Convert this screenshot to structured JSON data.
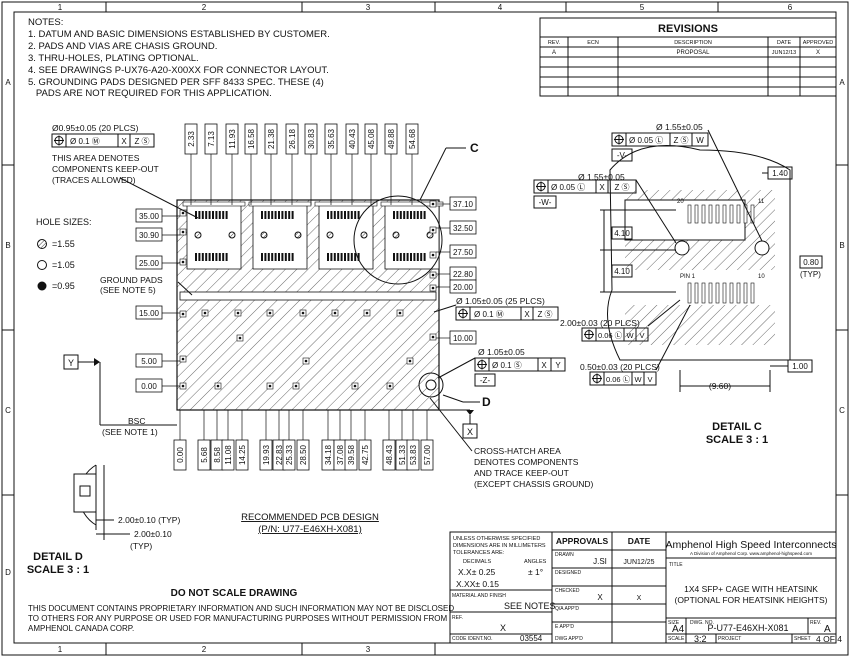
{
  "border": {
    "columns": [
      "1",
      "2",
      "3",
      "4",
      "5",
      "6"
    ],
    "rows": [
      "A",
      "B",
      "C",
      "D"
    ]
  },
  "notes": {
    "heading": "NOTES:",
    "lines": [
      "1. DATUM AND BASIC DIMENSIONS ESTABLISHED BY CUSTOMER.",
      "2. PADS AND VIAS ARE CHASIS GROUND.",
      "3. THRU-HOLES, PLATING OPTIONAL.",
      "4. SEE DRAWINGS P-UX76-A20-X00XX FOR CONNECTOR LAYOUT.",
      "5. GROUNDING PADS DESIGNED PER SFF 8433 SPEC. THESE (4)",
      "   PADS ARE NOT REQUIRED FOR THIS APPLICATION."
    ]
  },
  "revisions": {
    "title": "REVISIONS",
    "headers": [
      "REV.",
      "ECN",
      "DESCRIPTION",
      "DATE",
      "APPROVED"
    ],
    "rows": [
      [
        "A",
        "",
        "PROPOSAL",
        "JUN12/13",
        "X"
      ]
    ]
  },
  "main_view": {
    "top_dims": [
      "2.33",
      "7.13",
      "11.93",
      "16.58",
      "21.38",
      "26.18",
      "30.83",
      "35.63",
      "40.43",
      "45.08",
      "49.88",
      "54.68"
    ],
    "bottom_dims": [
      "0.00",
      "5.68",
      "8.58",
      "11.08",
      "14.25",
      "19.93",
      "22.83",
      "25.33",
      "28.50",
      "34.18",
      "37.08",
      "39.58",
      "42.75",
      "48.43",
      "51.33",
      "53.83",
      "57.00"
    ],
    "left_dims": [
      "35.00",
      "30.90",
      "25.00",
      "15.00",
      "5.00",
      "0.00"
    ],
    "right_dims": [
      "37.10",
      "32.50",
      "27.50",
      "22.80",
      "20.00",
      "10.00"
    ],
    "hole_spec_top": "Ø0.95±0.05 (20 PLCS)",
    "fcf_top": [
      "Ø 0.1 Ⓜ",
      "X",
      "Z Ⓢ"
    ],
    "keepout_note": [
      "THIS AREA DENOTES",
      "COMPONENTS KEEP-OUT",
      "(TRACES ALLOWED)"
    ],
    "hole_sizes_title": "HOLE SIZES:",
    "hole_sizes": [
      "=1.55",
      "=1.05",
      "=0.95"
    ],
    "ground_pads": [
      "GROUND PADS",
      "(SEE NOTE 5)"
    ],
    "datum_y": "Y",
    "datum_x": "X",
    "bsc": [
      "BSC",
      "(SEE NOTE 1)"
    ],
    "callout_c": "C",
    "callout_d": "D",
    "hole_105_spec": "Ø 1.05±0.05 (25 PLCS)",
    "fcf_105": [
      "Ø 0.1 Ⓜ",
      "X",
      "Z Ⓢ"
    ],
    "hole_z_spec": "Ø 1.05±0.05",
    "fcf_z": [
      "Ø 0.1 Ⓢ",
      "X",
      "Y"
    ],
    "datum_z": "-Z-",
    "crosshatch_note": [
      "CROSS-HATCH AREA",
      "DENOTES COMPONENTS",
      "AND TRACE KEEP-OUT",
      "(EXCEPT CHASSIS GROUND)"
    ],
    "title": "RECOMMENDED PCB DESIGN",
    "pn": "(P/N: U77-E46XH-X081)"
  },
  "detail_c": {
    "spec_155_a": "Ø 1.55±0.05",
    "fcf_a": [
      "Ø 0.05 Ⓛ",
      "Z Ⓢ",
      "W"
    ],
    "datum_v": "-V-",
    "spec_155_b": "Ø 1.55±0.05",
    "fcf_b": [
      "Ø 0.05 Ⓛ",
      "X",
      "Z Ⓢ"
    ],
    "datum_w": "-W-",
    "dims": [
      "1.40",
      "4.10",
      "4.10",
      "0.80",
      "(TYP)",
      "1.00",
      "(9.60)"
    ],
    "pin_labels": [
      "20",
      "11",
      "PIN 1",
      "10"
    ],
    "spec_200": "2.00±0.03 (20 PLCS)",
    "fcf_200": [
      "0.06 Ⓛ",
      "W",
      "V"
    ],
    "spec_050": "0.50±0.03 (20 PLCS)",
    "fcf_050": [
      "0.06 Ⓛ",
      "W",
      "V"
    ],
    "label": "DETAIL C",
    "scale": "SCALE 3 : 1"
  },
  "detail_d": {
    "dim_a": "2.00±0.10 (TYP)",
    "dim_b": "2.00±0.10",
    "dim_b2": "(TYP)",
    "label": "DETAIL D",
    "scale": "SCALE 3 : 1"
  },
  "footer": {
    "do_not_scale": "DO NOT SCALE DRAWING",
    "proprietary": [
      "THIS DOCUMENT CONTAINS PROPRIETARY INFORMATION AND SUCH INFORMATION MAY NOT BE DISCLOSED",
      "TO OTHERS FOR ANY PURPOSE OR USED FOR MANUFACTURING PURPOSES WITHOUT PERMISSION FROM",
      "AMPHENOL CANADA CORP."
    ]
  },
  "title_block": {
    "tolerance": [
      "UNLESS OTHERWISE SPECIFIED",
      "DIMENSIONS ARE IN MILLIMETERS",
      "TOLERANCES ARE:"
    ],
    "decimals_label": "DECIMALS",
    "angles_label": "ANGLES",
    "tol_xx": "X.X± 0.25",
    "tol_xxx": "X.XX± 0.15",
    "tol_ang": "± 1°",
    "material_label": "MATERIAL AND FINISH",
    "material_value": "SEE NOTES",
    "ref_label": "REF.",
    "ref_value": "X",
    "code_ident_label": "CODE IDENT.NO.",
    "code_ident_value": "03554",
    "approvals": "APPROVALS",
    "date": "DATE",
    "rows": [
      {
        "label": "DRAWN",
        "value": "J.SI",
        "date": "JUN12/25"
      },
      {
        "label": "DESIGNED",
        "value": "",
        "date": ""
      },
      {
        "label": "CHECKED",
        "value": "X",
        "date": "X"
      },
      {
        "label": "Q/A APP'D",
        "value": "",
        "date": ""
      },
      {
        "label": "E APP'D",
        "value": "",
        "date": ""
      },
      {
        "label": "DWG APP'D",
        "value": "",
        "date": ""
      }
    ],
    "company": "Amphenol High Speed Interconnects",
    "company_sub": "A Division of Amphenol Corp. www.amphenol-highspeed.com",
    "title_label": "TITLE",
    "title_lines": [
      "1X4 SFP+ CAGE WITH HEATSINK",
      "(OPTIONAL FOR HEATSINK HEIGHTS)"
    ],
    "size_label": "SIZE",
    "size_value": "A4",
    "dwg_label": "DWG. NO.",
    "dwg_value": "P-U77-E46XH-X081",
    "rev_label": "REV.",
    "rev_value": "A",
    "scale_label": "SCALE",
    "scale_value": "3:2",
    "project_label": "PROJECT",
    "sheet_label": "SHEET",
    "sheet_value": "4 OF 4"
  }
}
